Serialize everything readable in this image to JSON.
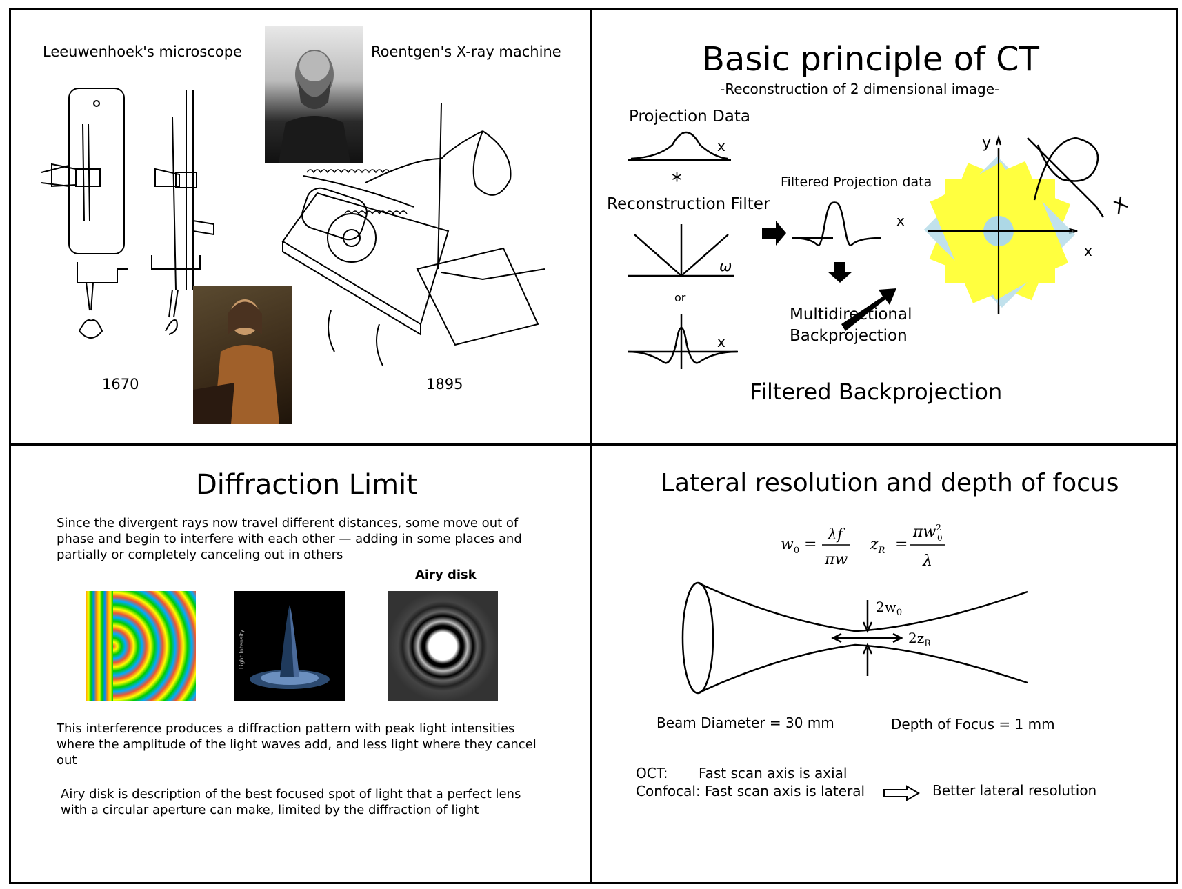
{
  "panel_history": {
    "leeuwenhoek_label": "Leeuwenhoek's microscope",
    "roentgen_label": "Roentgen's X-ray machine",
    "year_left": "1670",
    "year_right": "1895"
  },
  "panel_ct": {
    "title": "Basic principle of CT",
    "subtitle": "-Reconstruction of 2 dimensional image-",
    "projection_data": "Projection Data",
    "convolve_symbol": "*",
    "reconstruction_filter": "Reconstruction Filter",
    "filtered_projection": "Filtered Projection data",
    "or_label": "or",
    "omega": "ω",
    "x_axis": "x",
    "y_axis": "y",
    "multidirectional": "Multidirectional",
    "backprojection": "Backprojection",
    "footer": "Filtered Backprojection",
    "colors": {
      "yellow": "#ffff00",
      "lightblue": "#add8e6"
    }
  },
  "panel_diffraction": {
    "title": "Diffraction Limit",
    "paragraph1": "Since the divergent rays now travel different distances, some move out of phase and begin to interfere with each other — adding in some places and partially or completely canceling out in others",
    "airy_label": "Airy disk",
    "axis_text": "Light Intensity",
    "paragraph2": "This interference produces a diffraction pattern with peak light intensities where the amplitude of the light waves add, and less light where they cancel out",
    "paragraph3": "Airy disk is description of the best focused spot of light that a perfect lens with a circular aperture can make, limited by the diffraction of light"
  },
  "panel_lateral": {
    "title": "Lateral resolution and depth of focus",
    "beam_waist_label": "2w",
    "beam_waist_sub": "0",
    "rayleigh_label": "2z",
    "rayleigh_sub": "R",
    "beam_diameter": "Beam Diameter = 30 mm",
    "depth_of_focus": "Depth of Focus = 1 mm",
    "oct_line": "OCT:       Fast scan axis is axial",
    "confocal_line": "Confocal: Fast scan axis is lateral",
    "result": "Better lateral resolution"
  }
}
